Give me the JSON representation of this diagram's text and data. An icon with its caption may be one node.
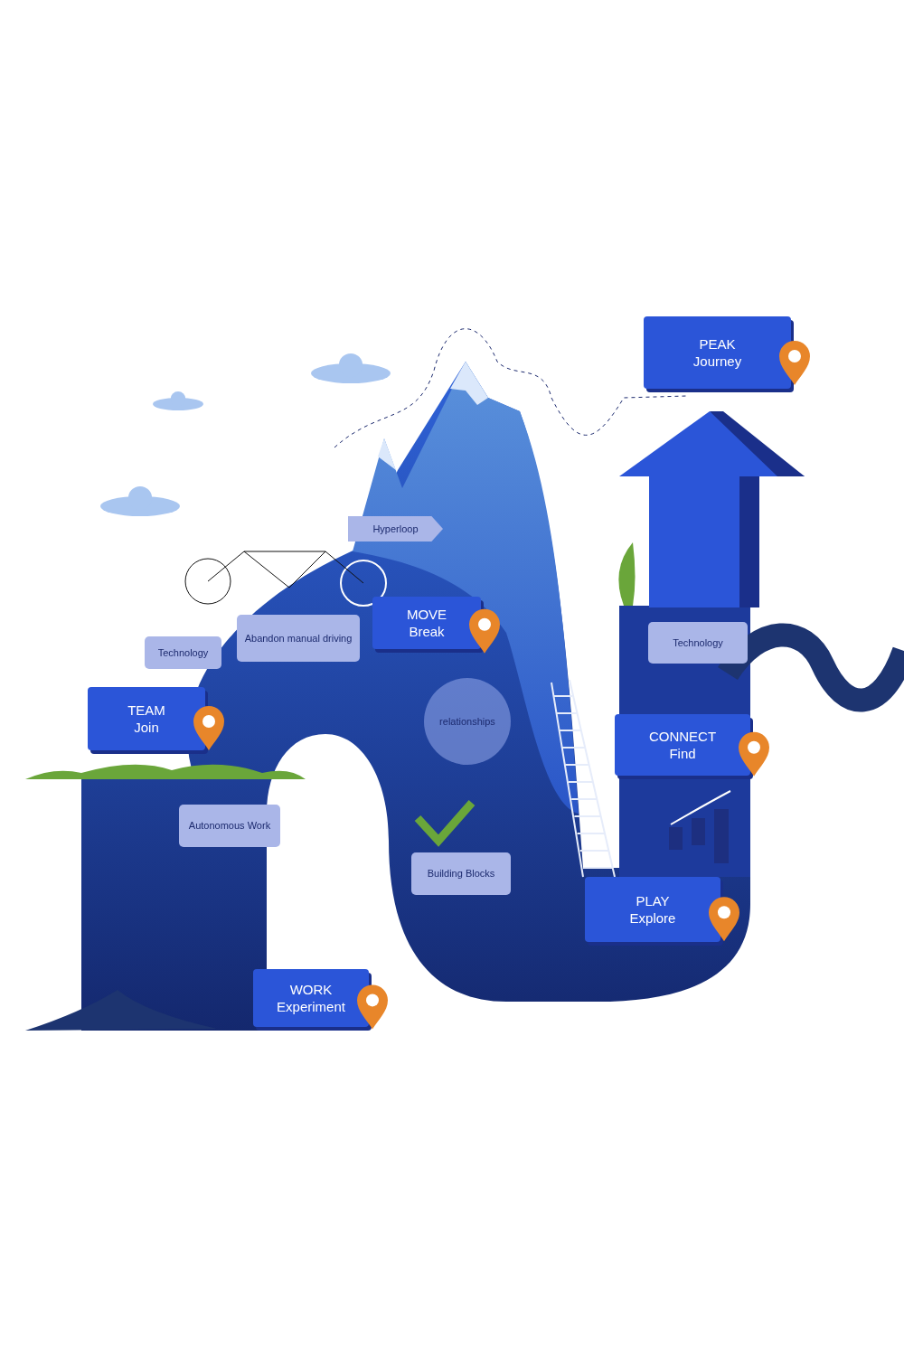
{
  "diagram": {
    "nodes": [
      {
        "text": [
          "PEAK",
          "Journey"
        ]
      },
      {
        "text": [
          "Hyperloop"
        ]
      },
      {
        "text": [
          "MOVE",
          "Break"
        ]
      },
      {
        "text": [
          "Abandon manual driving"
        ]
      },
      {
        "text": [
          "Technology"
        ]
      },
      {
        "text": [
          "TEAM",
          "Join"
        ]
      },
      {
        "text": [
          "Technology"
        ]
      },
      {
        "text": [
          "relationships"
        ]
      },
      {
        "text": [
          "CONNECT",
          "Find"
        ]
      },
      {
        "text": [
          "Autonomous Work"
        ]
      },
      {
        "text": [
          "Building Blocks"
        ]
      },
      {
        "text": [
          "PLAY",
          "Explore"
        ]
      },
      {
        "text": [
          "WORK",
          "Experiment"
        ]
      }
    ]
  }
}
